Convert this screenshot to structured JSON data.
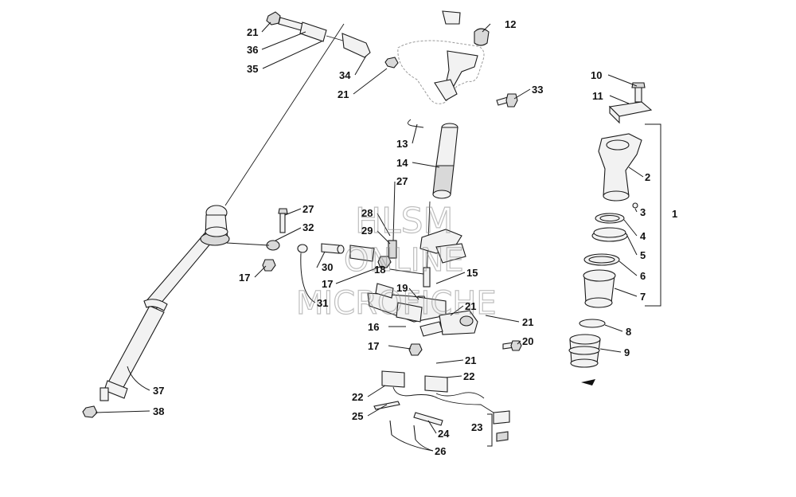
{
  "diagram": {
    "callouts": [
      {
        "id": "c12",
        "label": "12"
      },
      {
        "id": "c21a",
        "label": "21"
      },
      {
        "id": "c36",
        "label": "36"
      },
      {
        "id": "c35",
        "label": "35"
      },
      {
        "id": "c34",
        "label": "34"
      },
      {
        "id": "c21b",
        "label": "21"
      },
      {
        "id": "c33",
        "label": "33"
      },
      {
        "id": "c13",
        "label": "13"
      },
      {
        "id": "c14",
        "label": "14"
      },
      {
        "id": "c27a",
        "label": "27"
      },
      {
        "id": "c28",
        "label": "28"
      },
      {
        "id": "c29",
        "label": "29"
      },
      {
        "id": "c27b",
        "label": "27"
      },
      {
        "id": "c32",
        "label": "32"
      },
      {
        "id": "c30",
        "label": "30"
      },
      {
        "id": "c17a",
        "label": "17"
      },
      {
        "id": "c18",
        "label": "18"
      },
      {
        "id": "c17b",
        "label": "17"
      },
      {
        "id": "c31",
        "label": "31"
      },
      {
        "id": "c15",
        "label": "15"
      },
      {
        "id": "c19",
        "label": "19"
      },
      {
        "id": "c21c",
        "label": "21"
      },
      {
        "id": "c21d",
        "label": "21"
      },
      {
        "id": "c16",
        "label": "16"
      },
      {
        "id": "c17c",
        "label": "17"
      },
      {
        "id": "c20",
        "label": "20"
      },
      {
        "id": "c21e",
        "label": "21"
      },
      {
        "id": "c22a",
        "label": "22"
      },
      {
        "id": "c22b",
        "label": "22"
      },
      {
        "id": "c25",
        "label": "25"
      },
      {
        "id": "c24",
        "label": "24"
      },
      {
        "id": "c23",
        "label": "23"
      },
      {
        "id": "c26",
        "label": "26"
      },
      {
        "id": "c37",
        "label": "37"
      },
      {
        "id": "c38",
        "label": "38"
      },
      {
        "id": "c10",
        "label": "10"
      },
      {
        "id": "c11",
        "label": "11"
      },
      {
        "id": "c2",
        "label": "2"
      },
      {
        "id": "c3",
        "label": "3"
      },
      {
        "id": "c1",
        "label": "1"
      },
      {
        "id": "c4",
        "label": "4"
      },
      {
        "id": "c5",
        "label": "5"
      },
      {
        "id": "c6",
        "label": "6"
      },
      {
        "id": "c7",
        "label": "7"
      },
      {
        "id": "c8",
        "label": "8"
      },
      {
        "id": "c9",
        "label": "9"
      }
    ],
    "watermark": [
      "HLSM",
      "ONLINE",
      "MICROFICHE"
    ]
  }
}
